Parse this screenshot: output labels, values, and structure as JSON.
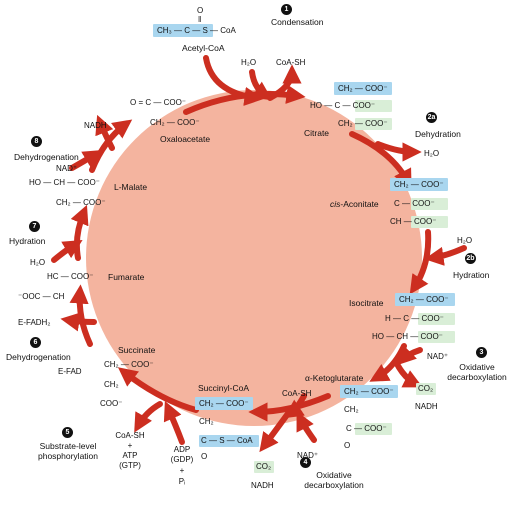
{
  "colors": {
    "cycle_fill": "#f4b49f",
    "arrow": "#cc2e20",
    "highlight_blue": "#a9d6ef",
    "highlight_green": "#d9eed7",
    "text": "#111111"
  },
  "steps": [
    {
      "num": "1",
      "label": "Condensation"
    },
    {
      "num": "2a",
      "label": "Dehydration"
    },
    {
      "num": "2b",
      "label": "Hydration"
    },
    {
      "num": "3",
      "label": "Oxidative\ndecarboxylation"
    },
    {
      "num": "4",
      "label": "Oxidative\ndecarboxylation"
    },
    {
      "num": "5",
      "label": "Substrate-level\nphosphorylation"
    },
    {
      "num": "6",
      "label": "Dehydrogenation"
    },
    {
      "num": "7",
      "label": "Hydration"
    },
    {
      "num": "8",
      "label": "Dehydrogenation"
    }
  ],
  "compounds": {
    "acetyl_coa": {
      "name": "Acetyl-CoA",
      "o": "O",
      "bond": "‖",
      "formula": "CH₃ — C — S — CoA"
    },
    "citrate": {
      "name": "Citrate",
      "l1": "CH₂ — COO⁻",
      "l2": "HO — C — COO⁻",
      "l3": "CH₂ — COO⁻"
    },
    "cis_aconitate": {
      "name_prefix": "cis",
      "name_rest": "-Aconitate",
      "l1": "CH₂ — COO⁻",
      "l2": "C — COO⁻",
      "l3": "CH — COO⁻"
    },
    "isocitrate": {
      "name": "Isocitrate",
      "l1": "CH₂ — COO⁻",
      "l2": "H — C — COO⁻",
      "l3": "HO — CH — COO⁻"
    },
    "alpha_ketoglutarate": {
      "name_prefix": "α",
      "name_rest": "-Ketoglutarate",
      "l1": "CH₂ — COO⁻",
      "l2": "CH₂",
      "l3": "C — COO⁻",
      "l4": "O"
    },
    "succinyl_coa": {
      "name": "Succinyl-CoA",
      "l1": "CH₂ — COO⁻",
      "l2": "CH₂",
      "l3": "C — S — CoA",
      "l4": "O"
    },
    "succinate": {
      "name": "Succinate",
      "l1": "CH₂ — COO⁻",
      "l2": "CH₂",
      "l3": "COO⁻"
    },
    "fumarate": {
      "name": "Fumarate",
      "l1": "HC — COO⁻",
      "l2": "⁻OOC — CH"
    },
    "l_malate": {
      "name": "L-Malate",
      "l1": "HO — CH — COO⁻",
      "l2": "CH₂ — COO⁻"
    },
    "oxaloacetate": {
      "name": "Oxaloacetate",
      "l1": "O = C — COO⁻",
      "l2": "CH₂ — COO⁻"
    }
  },
  "cofactors": {
    "h2o_1": "H₂O",
    "coa_sh_1": "CoA-SH",
    "h2o_2a": "H₂O",
    "h2o_2b": "H₂O",
    "nad_3": "NAD⁺",
    "co2_3": "CO₂",
    "nadh_3": "NADH",
    "coa_sh_4": "CoA-SH",
    "nad_4": "NAD⁺",
    "co2_4": "CO₂",
    "nadh_4": "NADH",
    "coa_sh_5": "CoA-SH",
    "plus_5": "+",
    "atp_5": "ATP",
    "gtp_5": "(GTP)",
    "adp_5": "ADP",
    "gdp_5": "(GDP)",
    "plus_5b": "+",
    "pi_5": "Pᵢ",
    "efadh2_6": "E-FADH₂",
    "efad_6": "E-FAD",
    "h2o_7": "H₂O",
    "nad_8": "NAD⁺",
    "nadh_8": "NADH"
  }
}
